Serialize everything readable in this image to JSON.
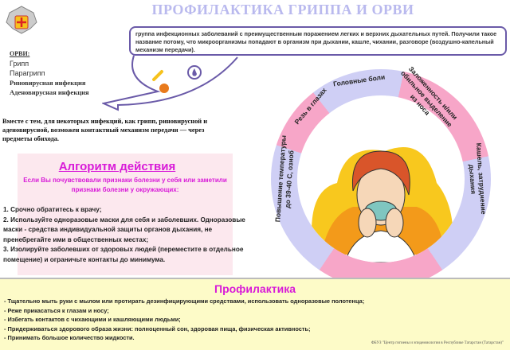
{
  "title": "ПРОФИЛАКТИКА ГРИППА И ОРВИ",
  "orvi": {
    "heading": "ОРВИ:",
    "items": [
      "Грипп",
      "Парагрипп",
      "Риновирусная инфекция",
      "Аденовирусная инфекция"
    ]
  },
  "definition": "группа инфекционных заболеваний с преимущественным поражением легких и верхних дыхательных путей. Получили такое название потому, что микроорганизмы попадают в организм при дыхании, кашле, чихании, разговоре (воздушно-капельный механизм передачи).",
  "contact_note": "Вместе с тем, для некоторых инфекций, как грипп, риновирусной и аденовирусной, возможен контактный механизм передачи — через предметы обихода.",
  "algorithm": {
    "title": "Алгоритм действия",
    "subtitle": "Если Вы почувствовали признаки болезни у себя или заметили признаки болезни у окружающих:",
    "steps": [
      "1. Срочно обратитесь к врачу;",
      "2. Используйте одноразовые маски для себя и заболевших. Одноразовые маски - средства индивидуальной защиты органов дыхания, не пренебрегайте ими в общественных местах;",
      "3. Изолируйте заболевших от здоровых людей (переместите в отдельное помещение) и ограничьте контакты до минимума."
    ]
  },
  "symptoms": [
    "Головные боли",
    "Резь в глазах",
    "Повышение температуры",
    "до 39-40  С, озноб",
    "Заложенность и/или",
    "обильное выделение",
    "из носа",
    "Кашель, затруднение",
    "дыхания"
  ],
  "prevention": {
    "title": "Профилактика",
    "items": [
      "- Тщательно мыть руки с мылом или протирать дезинфицирующими средствами,  использовать одноразовые полотенца;",
      "- Реже прикасаться к глазам и носу;",
      "- Избегать контактов с чихающими и кашляющими людьми;",
      "- Придерживаться здорового образа жизни: полноценный сон, здоровая пища, физическая активность;",
      "- Принимать большое количество жидкости."
    ]
  },
  "footer": "ФБУЗ \"Центр гигиены и эпидемиологии в Республике Татарстан (Татарстан)\""
}
